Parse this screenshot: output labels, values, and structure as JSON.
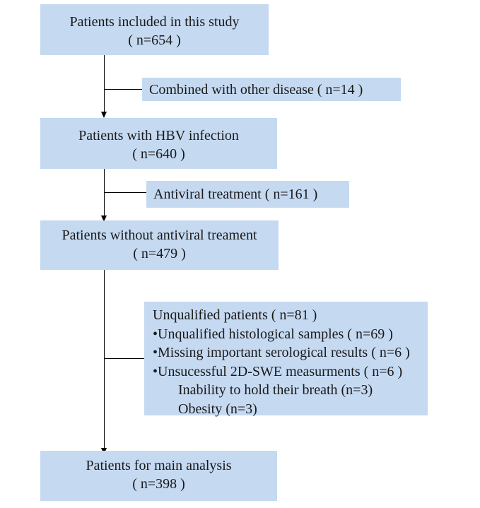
{
  "flow": {
    "step1": {
      "title": "Patients included in this study",
      "count": "( n=654 )"
    },
    "exclusion1": "Combined with other disease ( n=14 )",
    "step2": {
      "title": "Patients with HBV infection",
      "count": "( n=640 )"
    },
    "exclusion2": "Antiviral treatment ( n=161 )",
    "step3": {
      "title": "Patients without antiviral treament",
      "count": "( n=479 )"
    },
    "exclusion3": {
      "title": "Unqualified patients ( n=81 )",
      "items": [
        "•Unqualified histological samples ( n=69 )",
        "•Missing important serological results ( n=6 )",
        "•Unsucessful 2D-SWE measurments ( n=6 )"
      ],
      "subitems": [
        "Inability to hold their breath (n=3)",
        "Obesity (n=3)"
      ]
    },
    "step4": {
      "title": "Patients for main analysis",
      "count": "( n=398 )"
    }
  },
  "colors": {
    "box_fill": "#c5d9f1",
    "line": "#000000",
    "text": "#1a1a1a"
  }
}
